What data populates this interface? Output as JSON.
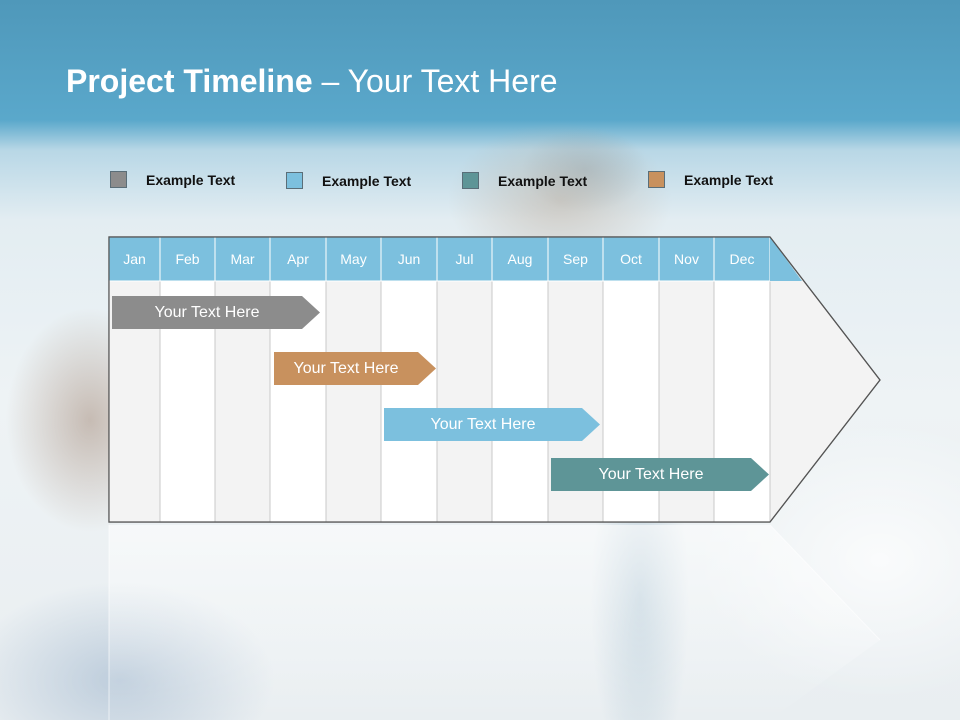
{
  "slide": {
    "title_bold": "Project Timeline",
    "title_rest": " – Your Text Here"
  },
  "legend": [
    {
      "label": "Example Text",
      "color": "#8c8c8c"
    },
    {
      "label": "Example Text",
      "color": "#7cc0de"
    },
    {
      "label": "Example Text",
      "color": "#5e9597"
    },
    {
      "label": "Example Text",
      "color": "#c8915e"
    }
  ],
  "timeline": {
    "months": [
      "Jan",
      "Feb",
      "Mar",
      "Apr",
      "May",
      "Jun",
      "Jul",
      "Aug",
      "Sep",
      "Oct",
      "Nov",
      "Dec"
    ],
    "header_color": "#7cc0de",
    "bars": [
      {
        "label": "Your  Text Here",
        "color": "#8c8c8c"
      },
      {
        "label": "Your  Text Here",
        "color": "#c8915e"
      },
      {
        "label": "Your  Text Here",
        "color": "#7cc0de"
      },
      {
        "label": "Your  Text Here",
        "color": "#5e9597"
      }
    ]
  }
}
